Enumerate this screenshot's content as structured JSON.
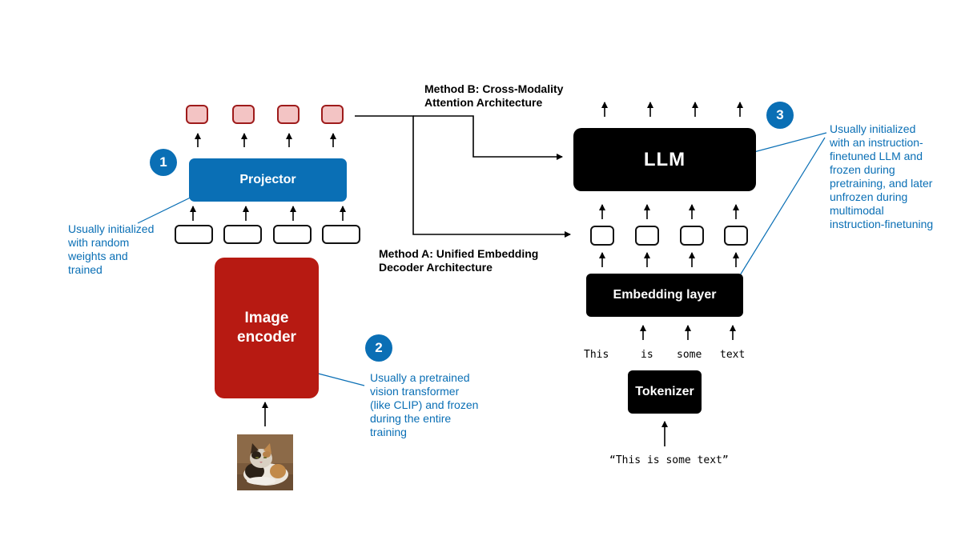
{
  "labels": {
    "projector": "Projector",
    "image_encoder": "Image encoder",
    "llm": "LLM",
    "embedding_layer": "Embedding layer",
    "tokenizer": "Tokenizer"
  },
  "methods": {
    "b_line1": "Method B: Cross-Modality",
    "b_line2": "Attention Architecture",
    "a_line1": "Method A: Unified Embedding",
    "a_line2": "Decoder Architecture"
  },
  "badges": [
    "1",
    "2",
    "3"
  ],
  "notes": {
    "projector": [
      "Usually initialized",
      "with random",
      "weights and",
      "trained"
    ],
    "encoder": [
      "Usually a pretrained",
      "vision transformer",
      "(like CLIP) and frozen",
      "during the entire",
      "training"
    ],
    "llm": [
      "Usually initialized",
      "with an instruction-",
      "finetuned LLM and",
      "frozen during",
      "pretraining, and later",
      "unfrozen during",
      "multimodal",
      "instruction-finetuning"
    ]
  },
  "tokens": [
    "This",
    "is",
    "some",
    "text"
  ],
  "input_sentence": "“This is some text”",
  "colors": {
    "projector": "#0a6fb5",
    "encoder": "#b71a12",
    "note_text": "#0a6fb5",
    "output_token_fill": "#f3c4c4",
    "output_token_border": "#9e1b1b"
  },
  "image": "cat-photo"
}
